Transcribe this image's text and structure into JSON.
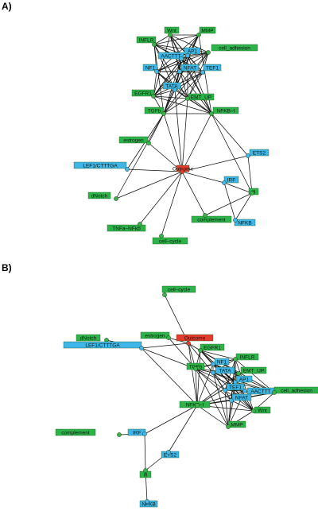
{
  "panels": [
    {
      "label": "A)"
    },
    {
      "label": "B)"
    }
  ],
  "colors": {
    "green": "#2eb34a",
    "blue": "#3fb5e8",
    "red": "#e53a2e",
    "green_dot": "#3db24a",
    "blue_dot": "#47b7ec",
    "edge": "#111111"
  },
  "nodes": {
    "wnt": "Wnt",
    "mmp": "MMP",
    "inflr": "INFLR",
    "ap1": "AP1",
    "aacttt": "AACTTT",
    "cell_adhesion": "cell_adhesion",
    "nf1": "NF1",
    "nfat": "NFAT",
    "tef1": "TEF1",
    "tata": "TATA",
    "egfr1": "EGFR1",
    "emt_up": "EMT_UP",
    "tgfb": "TGFb",
    "nfkb_i": "NFKB–I",
    "estrogen": "estrogen",
    "ets2": "ETS2",
    "lef1": "LEF1/CTTTGA",
    "outcome": "Outcome",
    "irf": "IRF",
    "dnotch": "dNotch",
    "ifi": "ifi",
    "complement": "complement",
    "nfkb": "NFKB",
    "tnfa_nfkb": "TNFa–NFkb",
    "cell_cycle": "cell–cycle"
  }
}
